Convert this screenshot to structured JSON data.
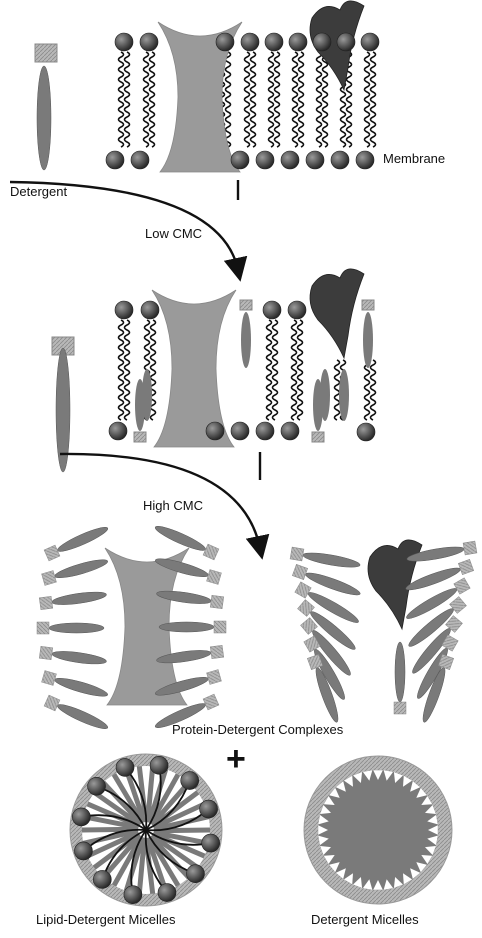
{
  "labels": {
    "membrane": "Membrane",
    "detergent": "Detergent",
    "low_cmc": "Low CMC",
    "high_cmc": "High CMC",
    "complexes": "Protein-Detergent Complexes",
    "plus": "+",
    "lipid_micelles": "Lipid-Detergent Micelles",
    "detergent_micelles": "Detergent Micelles"
  },
  "colors": {
    "lipid_head": "#4a4a4a",
    "protein_light": "#9a9a9a",
    "protein_dark": "#3c3c3c",
    "detergent_tail": "#7a7a7a",
    "detergent_head": "#b8b8b8"
  }
}
